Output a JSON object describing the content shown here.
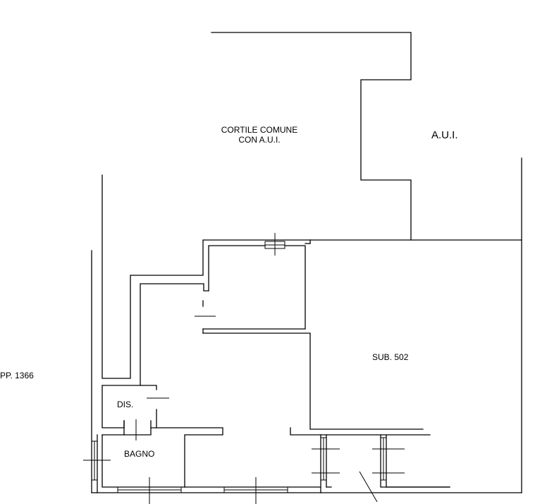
{
  "labels": {
    "cortile_line1": "CORTILE COMUNE",
    "cortile_line2": "CON A.U.I.",
    "aui": "A.U.I.",
    "sub502": "SUB. 502",
    "pp1366": "PP. 1366",
    "dis": "DIS.",
    "bagno": "BAGNO"
  },
  "colors": {
    "line": "#000000",
    "background": "#ffffff"
  }
}
